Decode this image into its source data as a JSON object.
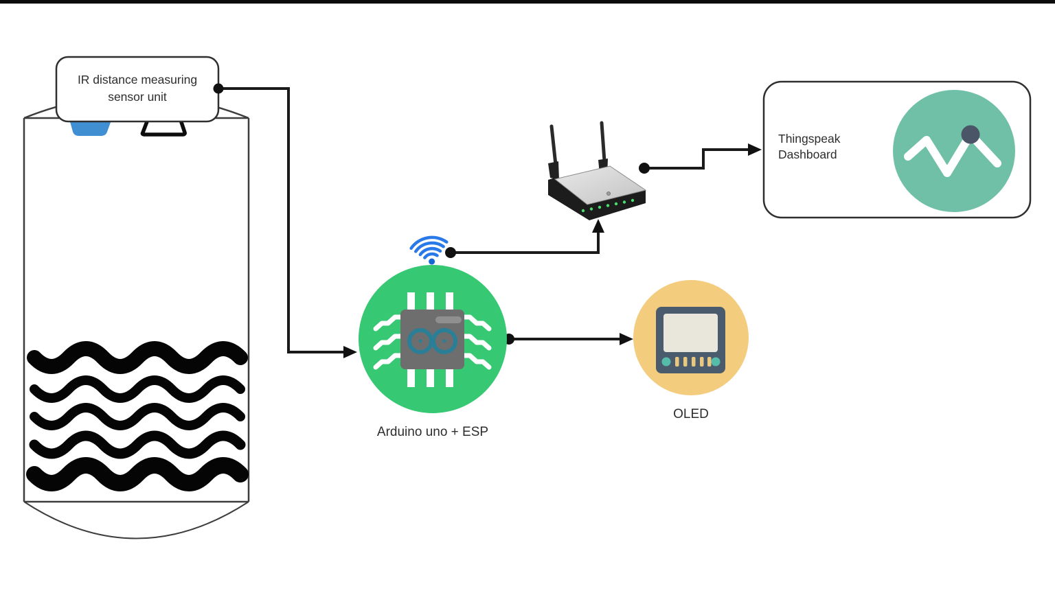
{
  "diagram": {
    "sensor_callout": {
      "line1": "IR distance measuring",
      "line2": "sensor unit"
    },
    "arduino_label": "Arduino uno + ESP",
    "oled_label": "OLED",
    "thingspeak": {
      "line1": "Thingspeak",
      "line2": "Dashboard"
    }
  },
  "icons": {
    "water_tank_icon": "cylindrical-tank-with-wave-lines",
    "ir_sensor_icon": "blue-emitter-and-black-receiver-trapezoids",
    "wifi_icon": "blue-wifi-arcs",
    "arduino_chip_icon": "microchip-with-arduino-infinity-logo",
    "router_icon": "wireless-router-two-antennas-green-leds",
    "oled_icon": "display-module-with-buttons",
    "chart_icon": "white-zigzag-line-chart-in-teal-circle"
  },
  "colors": {
    "arduino_green": "#36C873",
    "wifi_blue": "#2979E8",
    "chip_gray": "#6E6E6E",
    "arduino_logo_teal": "#2A7F96",
    "sensor_blue": "#418FD3",
    "oled_circle_amber": "#F3CC7E",
    "oled_device_slate": "#4A5B6E",
    "oled_screen": "#E9E7DC",
    "oled_button_teal": "#55BCAA",
    "thingspeak_teal": "#6FC0A6",
    "chart_dot_slate": "#4A5568",
    "wire_black": "#1A1A1A",
    "router_led_green": "#46E06A",
    "water_black": "#050505"
  }
}
